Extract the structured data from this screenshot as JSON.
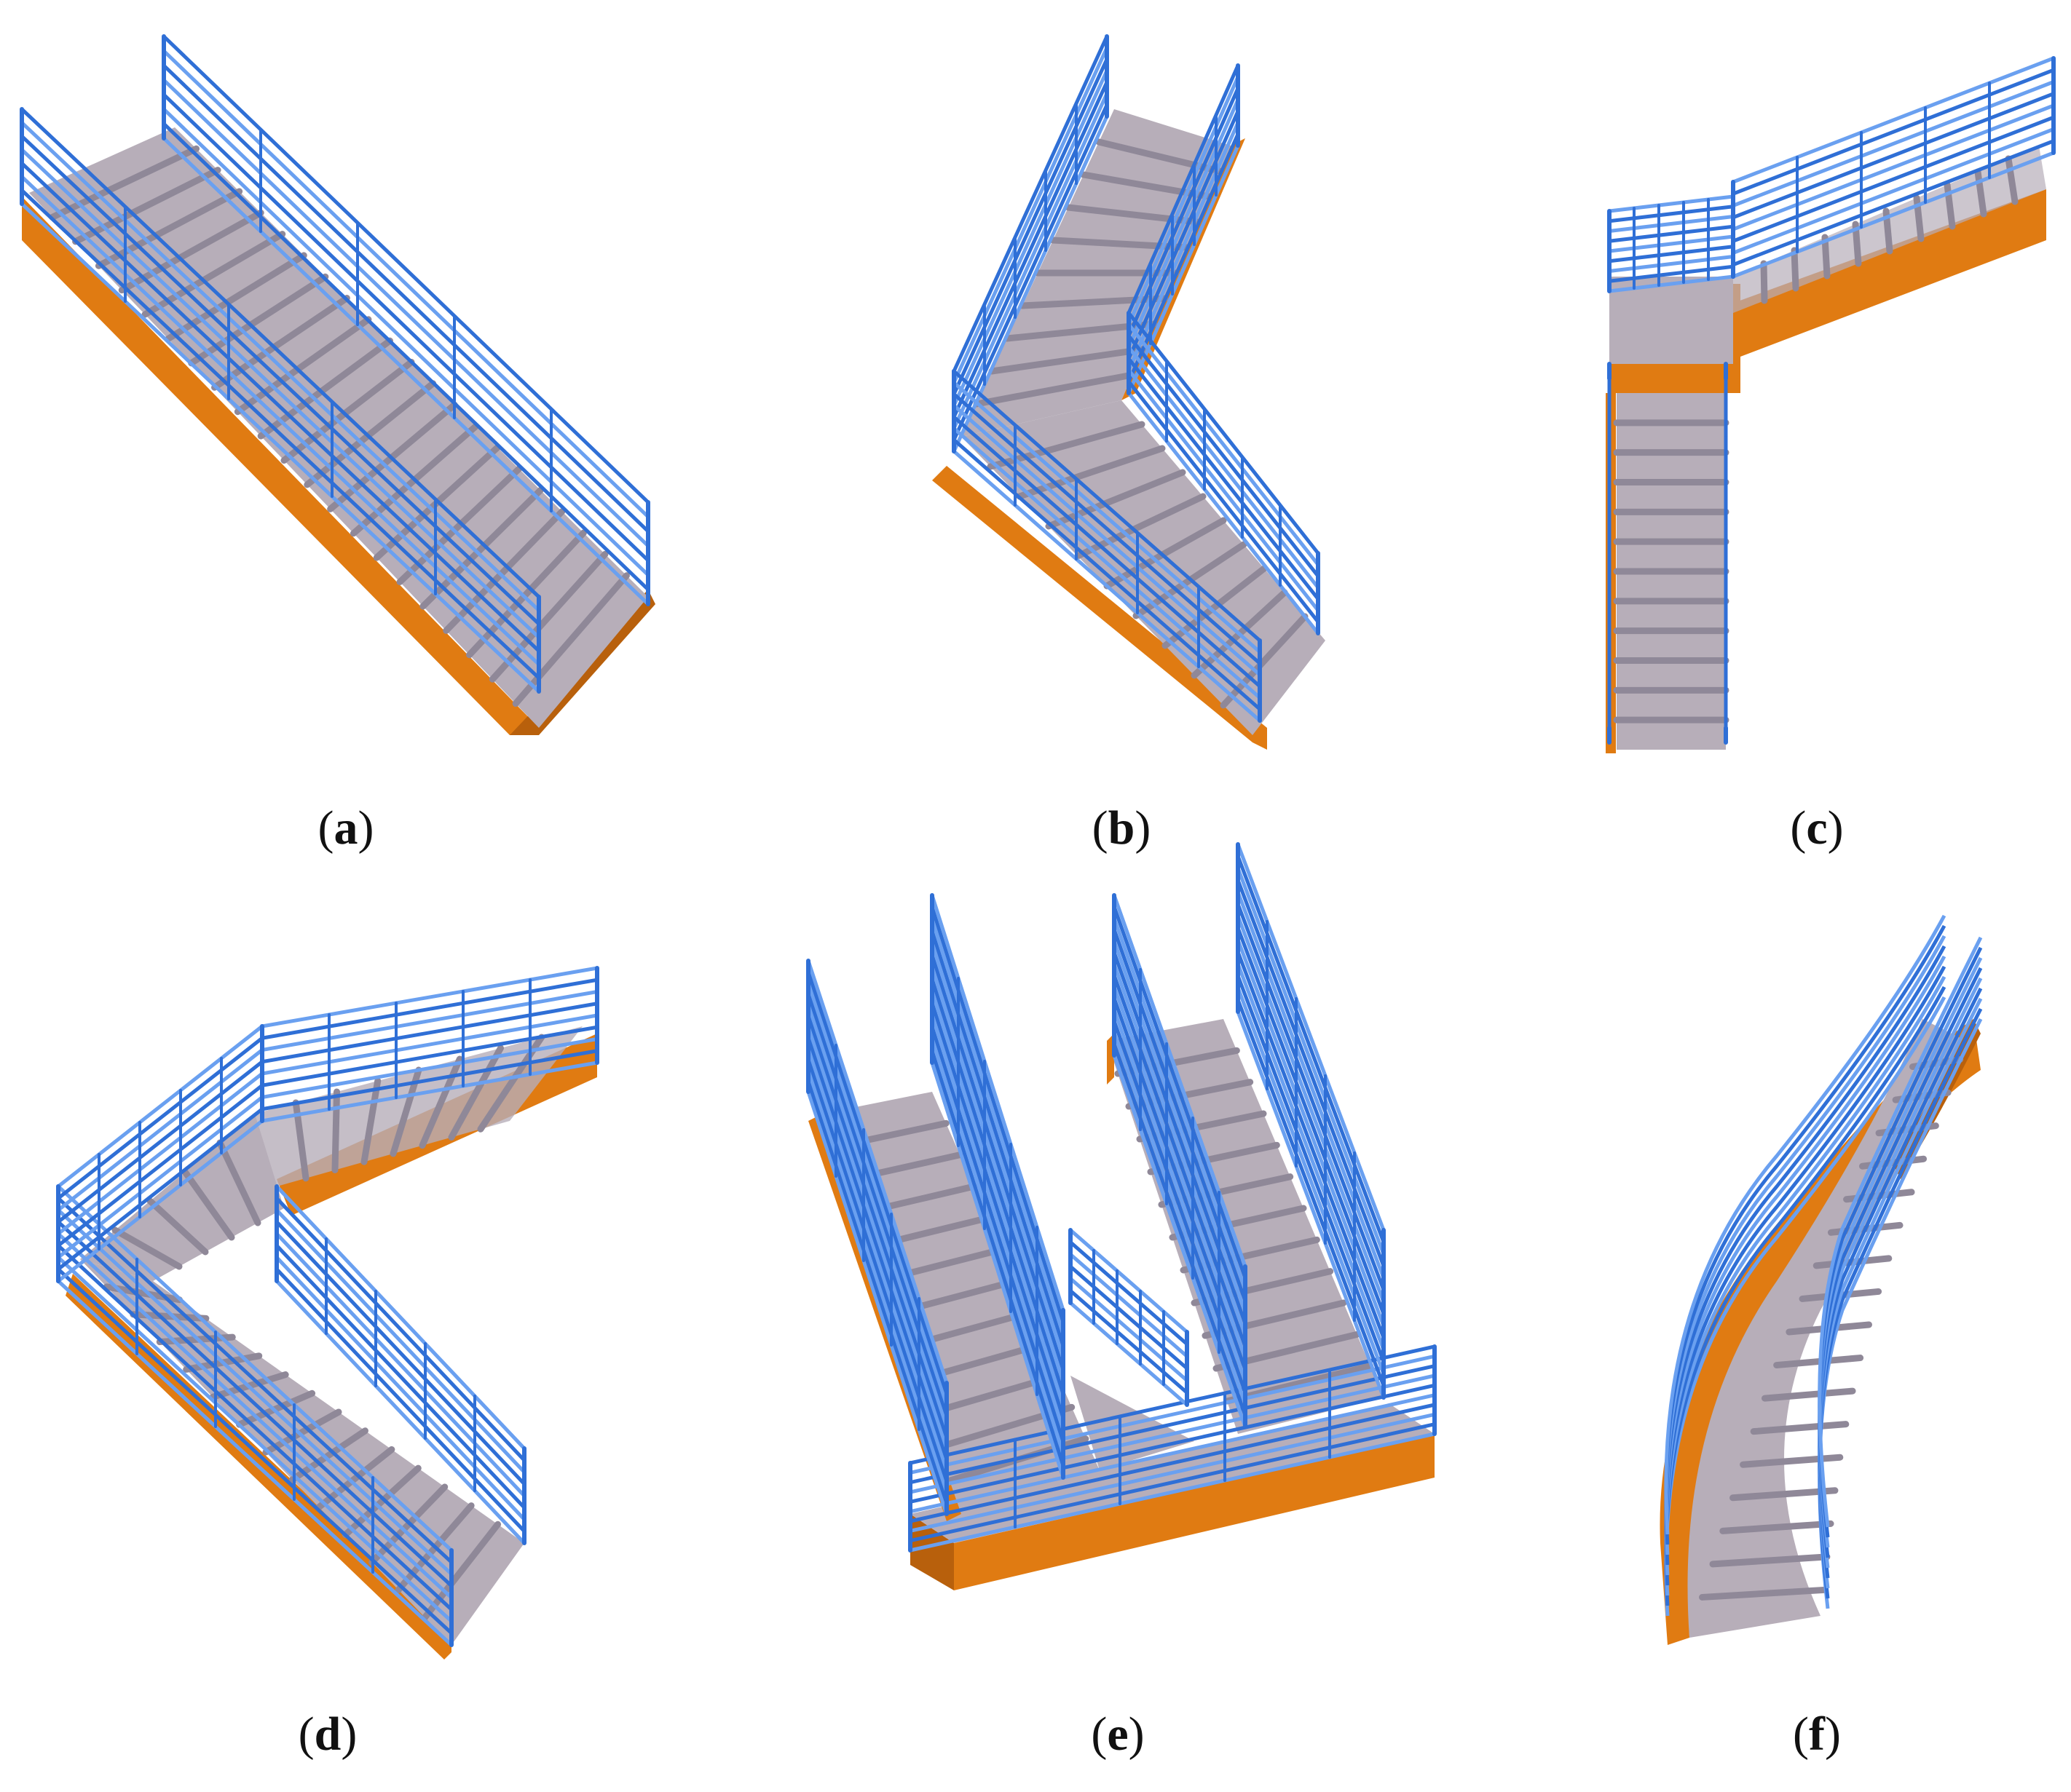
{
  "colors": {
    "tread": "#b7aeb9",
    "tread_shadow": "#8f8898",
    "stringer": "#e07b12",
    "stringer_dark": "#b8600c",
    "rail": "#2f6fd6",
    "rail_light": "#6aa0f0"
  },
  "panels": [
    {
      "letter": "a",
      "caption_open": "(",
      "caption_close": ")",
      "type": "straight-stair"
    },
    {
      "letter": "b",
      "caption_open": "(",
      "caption_close": ")",
      "type": "winder-l-stair"
    },
    {
      "letter": "c",
      "caption_open": "(",
      "caption_close": ")",
      "type": "landing-l-stair"
    },
    {
      "letter": "d",
      "caption_open": "(",
      "caption_close": ")",
      "type": "winder-l-stair-long"
    },
    {
      "letter": "e",
      "caption_open": "(",
      "caption_close": ")",
      "type": "u-stair"
    },
    {
      "letter": "f",
      "caption_open": "(",
      "caption_close": ")",
      "type": "curved-stair"
    }
  ]
}
